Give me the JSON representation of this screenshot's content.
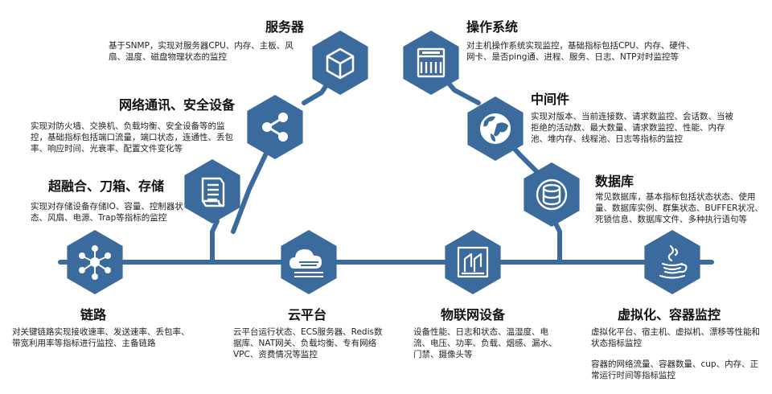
{
  "colors": {
    "hex_fill": "#3b6a9c",
    "line": "#3b6a9c",
    "icon": "#ffffff"
  },
  "nodes": [
    {
      "id": "server",
      "icon": "cube-icon",
      "title": "服务器",
      "desc": "基于SNMP，实现对服务器CPU、内存、主板、风扇、温度、磁盘物理状态的监控"
    },
    {
      "id": "os",
      "icon": "window-icon",
      "title": "操作系统",
      "desc": "对主机操作系统实现监控，基础指标包括CPU、内存、硬件、网卡、是否ping通、进程、服务、日志、NTP对时监控等"
    },
    {
      "id": "network",
      "icon": "share-icon",
      "title": "网络通讯、安全设备",
      "desc": "实现对防火墙、交换机、负载均衡、安全设备等的监控，基础指标包括端口流量，端口状态，连通性、丢包率、响应时间、光衰率、配置文件变化等"
    },
    {
      "id": "middleware",
      "icon": "globe-icon",
      "title": "中间件",
      "desc": "实现对版本、当前连接数、请求数监控、会话数、当被拒绝的活动数、最大数量、请求数监控、性能、内存池、堆内存、线程池、日志等指标的监控"
    },
    {
      "id": "storage",
      "icon": "scroll-icon",
      "title": "超融合、刀箱、存储",
      "desc": "实现对存储设备存储IO、容量、控制器状态、风扇、电源、Trap等指标的监控"
    },
    {
      "id": "database",
      "icon": "database-icon",
      "title": "数据库",
      "desc": "常见数据库，基本指标包括状态状态、使用量、数据库实例、群集状态、BUFFER状况、死锁信息、数据库文件、多种执行语句等"
    },
    {
      "id": "link",
      "icon": "hub-icon",
      "title": "链路",
      "desc": "对关键链路实现接收速率、发送速率、丢包率、带宽利用率等指标进行监控、主备链路"
    },
    {
      "id": "cloud",
      "icon": "cloud-icon",
      "title": "云平台",
      "desc": "云平台运行状态、ECS服务器、Redis数据库、NAT网关、负载均衡、专有网络VPC、资费情况等监控"
    },
    {
      "id": "iot",
      "icon": "iot-device-icon",
      "title": "物联网设备",
      "desc": "设备性能、日志和状态、温湿度、电流、电压、功率、负载、烟感、漏水、门禁、摄像头等"
    },
    {
      "id": "virtual",
      "icon": "java-cup-icon",
      "title": "虚拟化、容器监控",
      "desc1": "虚拟化平台、宿主机、虚拟机、漂移等性能和状态指标监控",
      "desc2": "容器的网络流量、容器数量、cup、内存、正常运行时间等指标监控"
    }
  ]
}
